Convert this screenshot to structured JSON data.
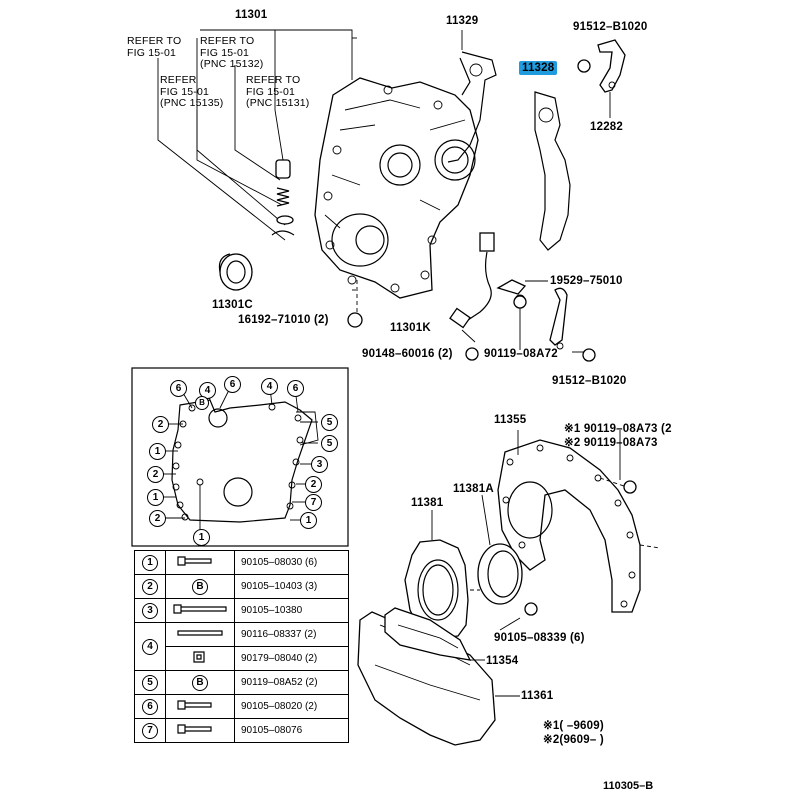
{
  "labels": {
    "p11301": "11301",
    "p11329": "11329",
    "p91512_top": "91512–B1020",
    "p11328": "11328",
    "p12282": "12282",
    "ref1_l1": "REFER TO",
    "ref1_l2": "FIG 15-01",
    "ref2_l1": "REFER TO",
    "ref2_l2": "FIG 15-01",
    "ref2_l3": "(PNC 15132)",
    "ref3_l1": "REFER",
    "ref3_l2": "FIG 15-01",
    "ref3_l3": "(PNC 15135)",
    "ref4_l1": "REFER TO",
    "ref4_l2": "FIG 15-01",
    "ref4_l3": "(PNC 15131)",
    "p11301c": "11301C",
    "p16192": "16192–71010 (2)",
    "p19529": "19529–75010",
    "p11301k": "11301K",
    "p90148": "90148–60016 (2)",
    "p90119_a72": "90119–08A72",
    "p91512_bot": "91512–B1020",
    "p11355": "11355",
    "star1": "※1 90119–08A73 (2",
    "star2": "※2 90119–08A73",
    "p11381a": "11381A",
    "p11381": "11381",
    "p90105_08339": "90105–08339 (6)",
    "p11354": "11354",
    "p11361": "11361",
    "note1": "※1(      –9609)",
    "note2": "※2(9609–      )",
    "diagram_id": "110305–B"
  },
  "bolt_table": [
    {
      "key": "1",
      "symbol": "bolt",
      "parts": [
        "90105–08030 (6)"
      ]
    },
    {
      "key": "2",
      "symbol": "B",
      "parts": [
        "90105–10403 (3)"
      ]
    },
    {
      "key": "3",
      "symbol": "long-bolt",
      "parts": [
        "90105–10380"
      ]
    },
    {
      "key": "4",
      "symbol": "stud-nut",
      "parts": [
        "90116–08337 (2)",
        "90179–08040 (2)"
      ]
    },
    {
      "key": "5",
      "symbol": "B",
      "parts": [
        "90119–08A52 (2)"
      ]
    },
    {
      "key": "6",
      "symbol": "bolt",
      "parts": [
        "90105–08020 (2)"
      ]
    },
    {
      "key": "7",
      "symbol": "bolt",
      "parts": [
        "90105–08076"
      ]
    }
  ],
  "inset_markers": {
    "top": [
      "6",
      "4",
      "6",
      "4",
      "6"
    ],
    "left": [
      "2",
      "1",
      "2",
      "1",
      "2",
      "1",
      "1"
    ],
    "right": [
      "5",
      "5",
      "3",
      "2",
      "7",
      "1"
    ],
    "center": "1",
    "circle_B": "B"
  }
}
